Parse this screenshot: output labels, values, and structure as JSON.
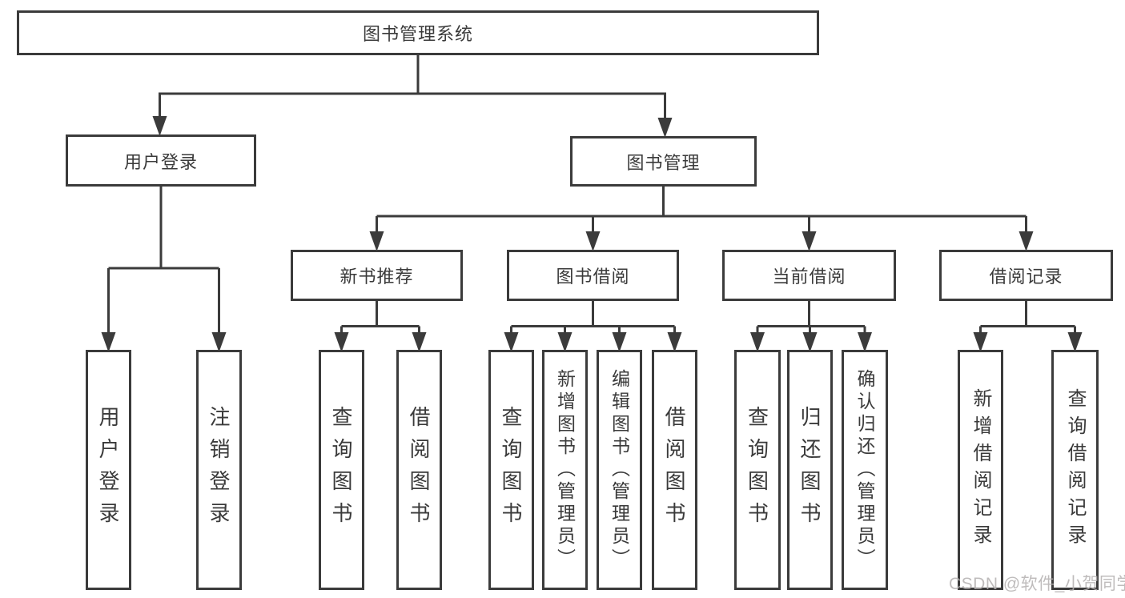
{
  "diagram": {
    "nodes": {
      "root": "图书管理系统",
      "user_login": "用户登录",
      "book_mgmt": "图书管理",
      "new_book_rec": "新书推荐",
      "book_borrow": "图书借阅",
      "current_borrow": "当前借阅",
      "borrow_records": "借阅记录",
      "leaf_user_login": "用户登录",
      "leaf_logout": "注销登录",
      "leaf_rec_query_book": "查询图书",
      "leaf_rec_borrow_book": "借阅图书",
      "leaf_bor_query_book": "查询图书",
      "leaf_bor_add_book": "新增图书（管理员）",
      "leaf_bor_edit_book": "编辑图书（管理员）",
      "leaf_bor_borrow_book": "借阅图书",
      "leaf_cur_query_book": "查询图书",
      "leaf_cur_return_book": "归还图书",
      "leaf_cur_confirm_return": "确认归还（管理员）",
      "leaf_recd_add_record": "新增借阅记录",
      "leaf_recd_query_record": "查询借阅记录"
    },
    "tree": {
      "label": "图书管理系统",
      "children": [
        {
          "label": "用户登录",
          "children": [
            {
              "label": "用户登录"
            },
            {
              "label": "注销登录"
            }
          ]
        },
        {
          "label": "图书管理",
          "children": [
            {
              "label": "新书推荐",
              "children": [
                {
                  "label": "查询图书"
                },
                {
                  "label": "借阅图书"
                }
              ]
            },
            {
              "label": "图书借阅",
              "children": [
                {
                  "label": "查询图书"
                },
                {
                  "label": "新增图书（管理员）"
                },
                {
                  "label": "编辑图书（管理员）"
                },
                {
                  "label": "借阅图书"
                }
              ]
            },
            {
              "label": "当前借阅",
              "children": [
                {
                  "label": "查询图书"
                },
                {
                  "label": "归还图书"
                },
                {
                  "label": "确认归还（管理员）"
                }
              ]
            },
            {
              "label": "借阅记录",
              "children": [
                {
                  "label": "新增借阅记录"
                },
                {
                  "label": "查询借阅记录"
                }
              ]
            }
          ]
        }
      ]
    },
    "colors": {
      "line": "#3b3b3b",
      "text": "#3a3a3a",
      "box_background": "#ffffff",
      "page_background": "#ffffff",
      "watermark": "#b4b1b1"
    }
  },
  "watermark": "CSDN @软件_小贺同学"
}
